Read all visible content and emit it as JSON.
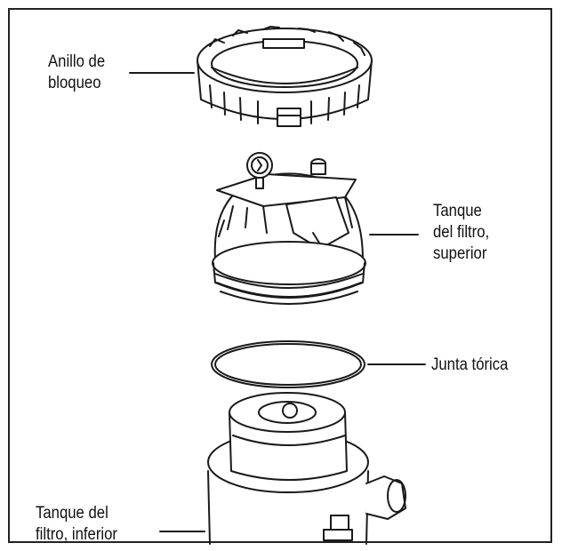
{
  "labels": {
    "locking_ring": [
      "Anillo de",
      "bloqueo"
    ],
    "upper_tank": [
      "Tanque",
      "del filtro,",
      "superior"
    ],
    "o_ring": [
      "Junta tórica"
    ],
    "lower_tank": [
      "Tanque del",
      "filtro, inferior"
    ]
  },
  "colors": {
    "line": "#1a1a1a",
    "background": "#ffffff"
  }
}
